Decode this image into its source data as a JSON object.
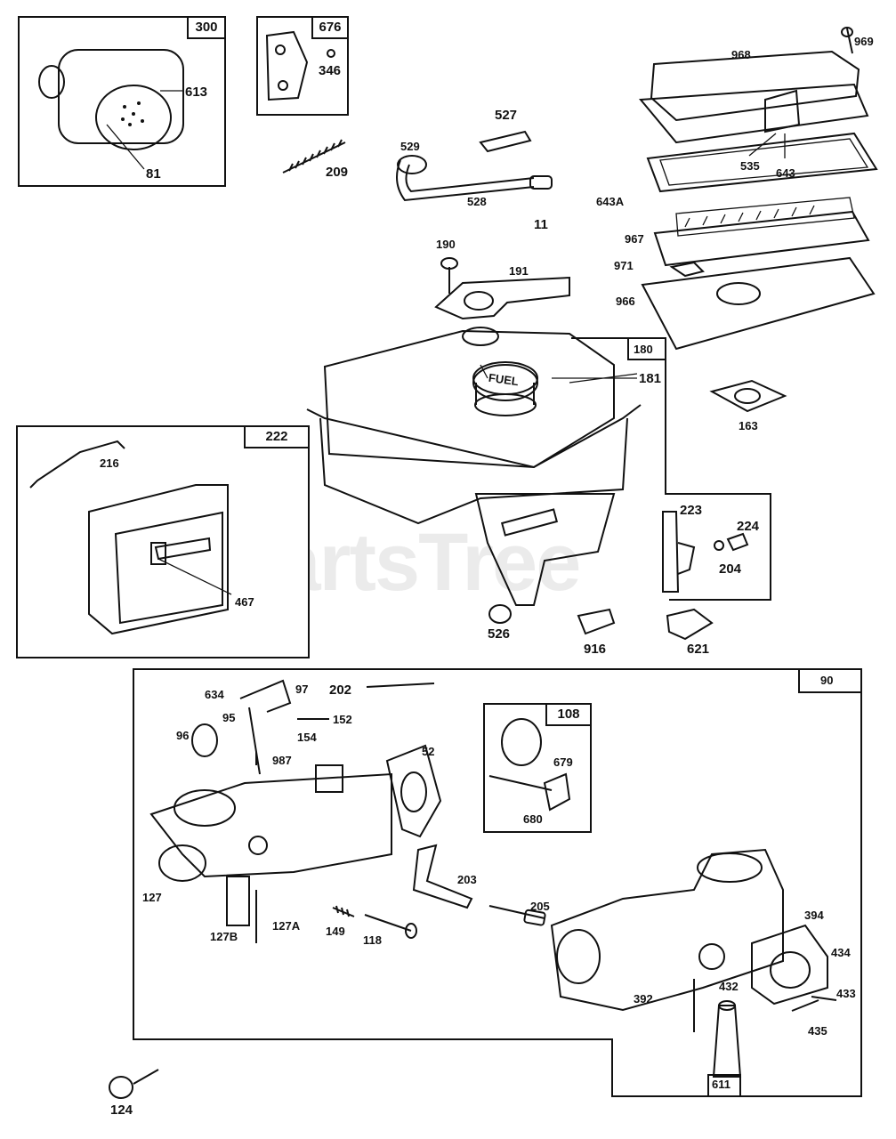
{
  "watermark": "PartsTree",
  "boxes": {
    "b300": "300",
    "b676": "676",
    "b180": "180",
    "b222": "222",
    "b90": "90",
    "b108": "108",
    "b611": "611"
  },
  "parts": {
    "p613": "613",
    "p81": "81",
    "p346": "346",
    "p209": "209",
    "p527": "527",
    "p529": "529",
    "p528": "528",
    "p11": "11",
    "p968": "968",
    "p969": "969",
    "p535": "535",
    "p643": "643",
    "p643A": "643A",
    "p967": "967",
    "p971": "971",
    "p966": "966",
    "p190": "190",
    "p191": "191",
    "p181": "181",
    "p163": "163",
    "p216": "216",
    "p467": "467",
    "p223": "223",
    "p224": "224",
    "p204": "204",
    "p526": "526",
    "p916": "916",
    "p621": "621",
    "p634": "634",
    "p97": "97",
    "p202": "202",
    "p95": "95",
    "p152": "152",
    "p154": "154",
    "p96": "96",
    "p987": "987",
    "p52": "52",
    "p679": "679",
    "p680": "680",
    "p127": "127",
    "p127A": "127A",
    "p149": "149",
    "p118": "118",
    "p127B": "127B",
    "p203": "203",
    "p205": "205",
    "p394": "394",
    "p434": "434",
    "p433": "433",
    "p435": "435",
    "p392": "392",
    "p432": "432",
    "p124": "124"
  },
  "fuel_cap_text": "FUEL"
}
